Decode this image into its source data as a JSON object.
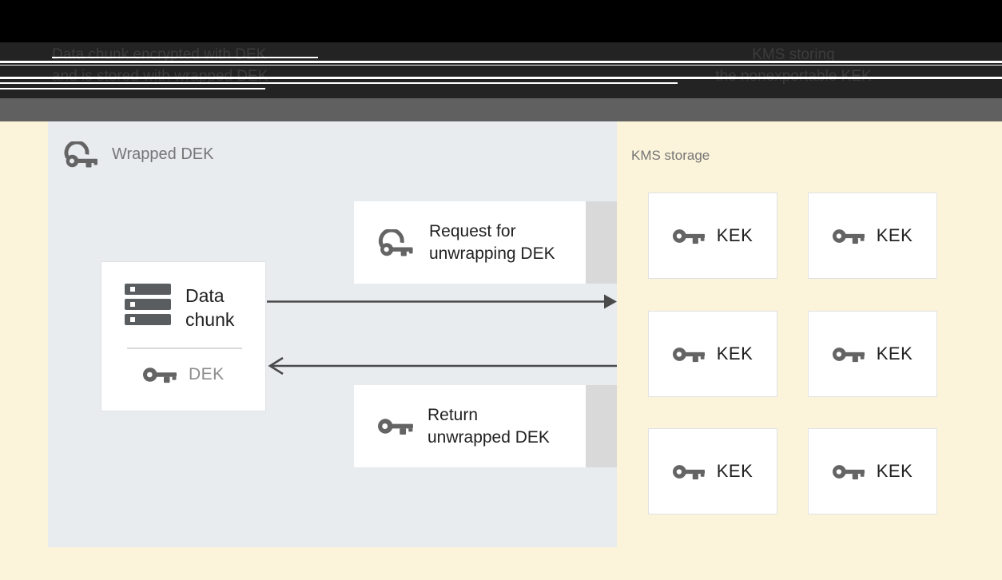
{
  "header": {
    "left_caption_line1": "Data chunk encrypted with DEK",
    "left_caption_line2": "and is stored with wrapped DEK",
    "right_caption_line1": "KMS storing",
    "right_caption_line2": "the nonexportable KEK"
  },
  "left_panel": {
    "label": "Wrapped DEK",
    "data_chunk": {
      "title_line1": "Data",
      "title_line2": "chunk",
      "key_label": "DEK"
    },
    "request_box": {
      "line1": "Request for",
      "line2": "unwrapping DEK"
    },
    "return_box": {
      "line1": "Return",
      "line2": "unwrapped DEK"
    }
  },
  "kms": {
    "label": "KMS storage",
    "kek_boxes": [
      {
        "label": "KEK"
      },
      {
        "label": "KEK"
      },
      {
        "label": "KEK"
      },
      {
        "label": "KEK"
      },
      {
        "label": "KEK"
      },
      {
        "label": "KEK"
      }
    ]
  },
  "icons": {
    "wrapped_key": "wrapped-key-icon",
    "key": "key-icon",
    "data_chunk": "storage-stack-icon",
    "arrow_right": "arrow-right-to-kms",
    "arrow_left": "arrow-left-from-kms"
  },
  "colors": {
    "page_bg": "#fcf4da",
    "header_black": "#000000",
    "header_band": "#232323",
    "gray_bar": "#606060",
    "panel_bg": "#e8ecef",
    "box_bg": "#ffffff",
    "box_border": "#dfe2e4",
    "box_shadow_tail": "#d9d9d9",
    "icon_gray": "#646464",
    "text_dark": "#212121",
    "text_gray": "#8d8d8d",
    "label_gray": "#757575",
    "arrow": "#4a4a4a"
  }
}
